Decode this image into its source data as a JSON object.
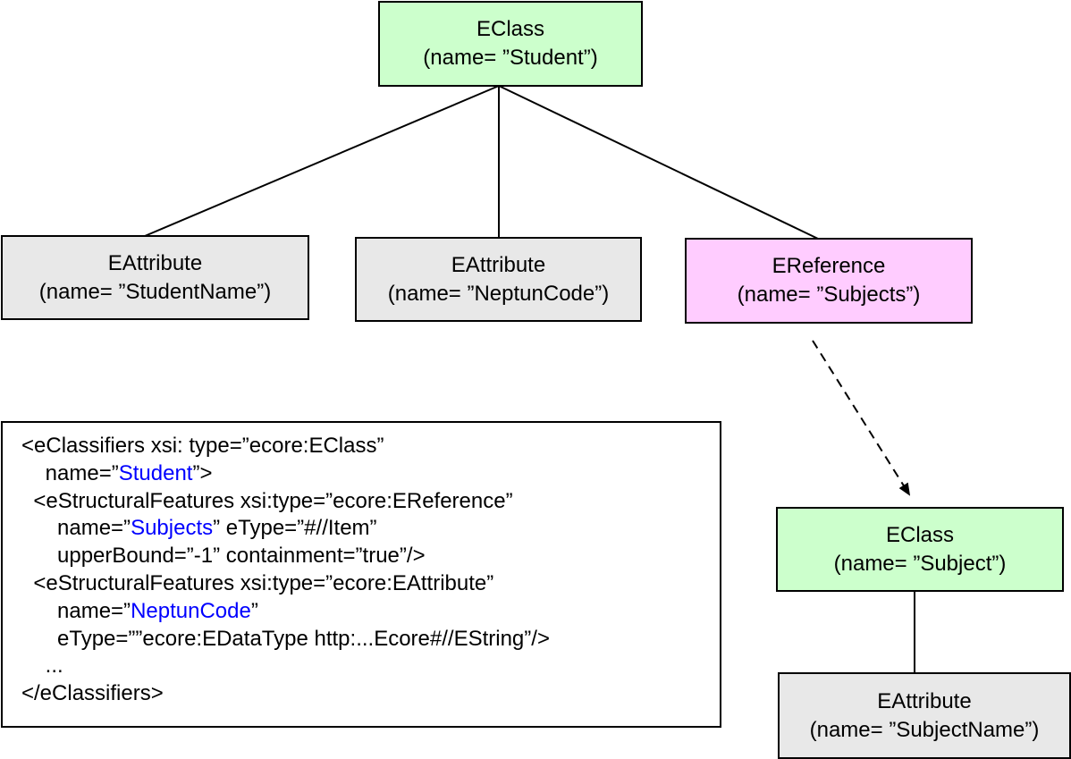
{
  "colors": {
    "eclass_fill": "#ccffcc",
    "eattribute_fill": "#e8e8e8",
    "ereference_fill": "#ffccff",
    "highlight_text": "#0000ff",
    "line": "#000000"
  },
  "nodes": {
    "student_eclass": {
      "type": "EClass",
      "name_line": "(name= ”Student”)"
    },
    "studentname_eattribute": {
      "type": "EAttribute",
      "name_line": "(name= ”StudentName”)"
    },
    "neptuncode_eattribute": {
      "type": "EAttribute",
      "name_line": "(name= ”NeptunCode”)"
    },
    "subjects_ereference": {
      "type": "EReference",
      "name_line": "(name= ”Subjects”)"
    },
    "subject_eclass": {
      "type": "EClass",
      "name_line": "(name= ”Subject”)"
    },
    "subjectname_eattribute": {
      "type": "EAttribute",
      "name_line": "(name= ”SubjectName”)"
    }
  },
  "edges": [
    {
      "from": "student_eclass",
      "to": "studentname_eattribute",
      "style": "solid"
    },
    {
      "from": "student_eclass",
      "to": "neptuncode_eattribute",
      "style": "solid"
    },
    {
      "from": "student_eclass",
      "to": "subjects_ereference",
      "style": "solid"
    },
    {
      "from": "subjects_ereference",
      "to": "subject_eclass",
      "style": "dashed-arrow"
    },
    {
      "from": "subject_eclass",
      "to": "subjectname_eattribute",
      "style": "solid"
    }
  ],
  "code": {
    "lines": [
      [
        {
          "text": "<eClassifiers xsi: type=”ecore:EClass”"
        }
      ],
      [
        {
          "text": "    name=”"
        },
        {
          "text": "Student",
          "hl": true
        },
        {
          "text": "”>"
        }
      ],
      [
        {
          "text": "  <eStructuralFeatures xsi:type=”ecore:EReference”"
        }
      ],
      [
        {
          "text": "      name=”"
        },
        {
          "text": "Subjects",
          "hl": true
        },
        {
          "text": "” eType=”#//Item”"
        }
      ],
      [
        {
          "text": "      upperBound=”-1” containment=”true”/>"
        }
      ],
      [
        {
          "text": "  <eStructuralFeatures xsi:type=”ecore:EAttribute”"
        }
      ],
      [
        {
          "text": "      name=”"
        },
        {
          "text": "NeptunCode",
          "hl": true
        },
        {
          "text": "”"
        }
      ],
      [
        {
          "text": "      eType=””ecore:EDataType http:...Ecore#//EString”/>"
        }
      ],
      [
        {
          "text": "    ..."
        }
      ],
      [
        {
          "text": "</eClassifiers>"
        }
      ]
    ]
  }
}
